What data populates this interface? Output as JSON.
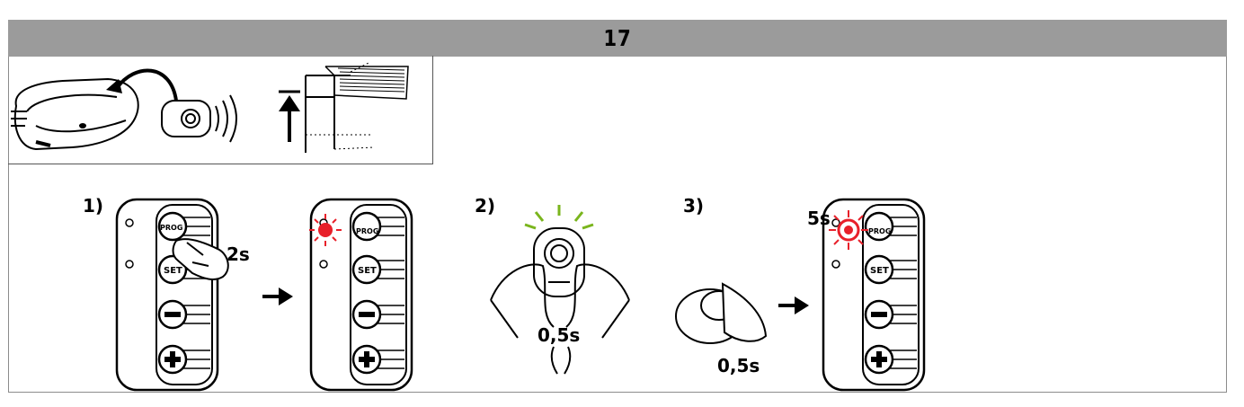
{
  "header": {
    "title": "17"
  },
  "steps": [
    {
      "number": "1)",
      "duration": "2s",
      "button_label_prog": "PROG",
      "button_label_set": "SET",
      "button_label_minus": "−",
      "button_label_plus": "+"
    },
    {
      "number": "2)",
      "duration": "0,5s"
    },
    {
      "number": "3)",
      "duration_press": "0,5s",
      "duration_blink": "5s"
    }
  ],
  "colors": {
    "header_bg": "#9b9b9b",
    "led_red": "#e8202a",
    "led_green": "#7ab51d",
    "frame": "#8c8c8c"
  },
  "icons": [
    "opener-unit-icon",
    "remote-icon",
    "garage-door-up-icon",
    "arrow-right-icon",
    "hand-press-icon",
    "led-blink-icon"
  ]
}
